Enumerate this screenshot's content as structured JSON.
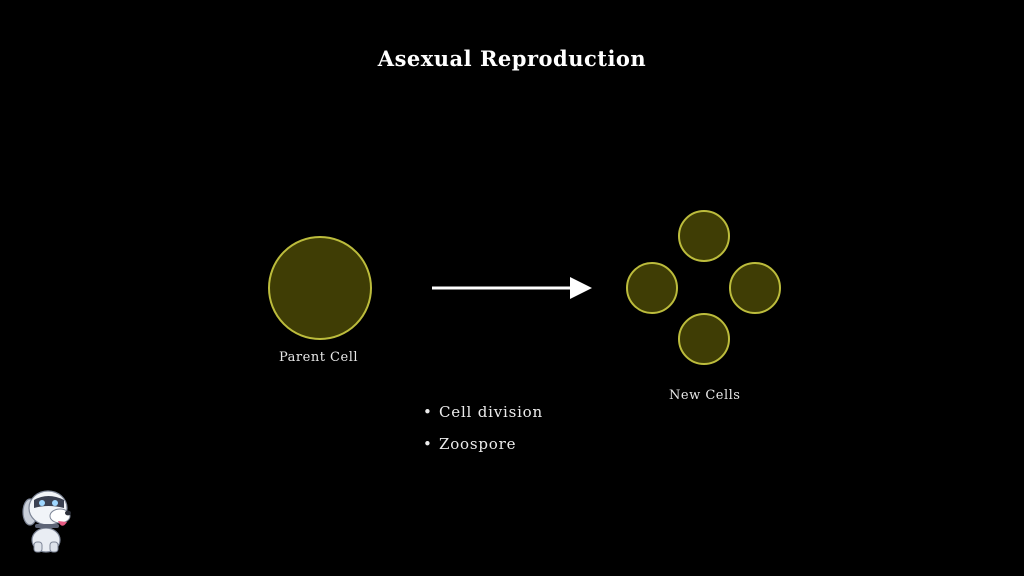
{
  "title": "Asexual Reproduction",
  "labels": {
    "parent": "Parent Cell",
    "new": "New Cells"
  },
  "bullets": [
    "Cell division",
    "Zoospore"
  ],
  "colors": {
    "background": "#000000",
    "cell_fill": "#3f3d05",
    "cell_stroke": "#bcbc3c",
    "arrow": "#ffffff"
  },
  "icons": {
    "bullet": "bullet-dot",
    "logo": "robot-dog-mascot"
  }
}
